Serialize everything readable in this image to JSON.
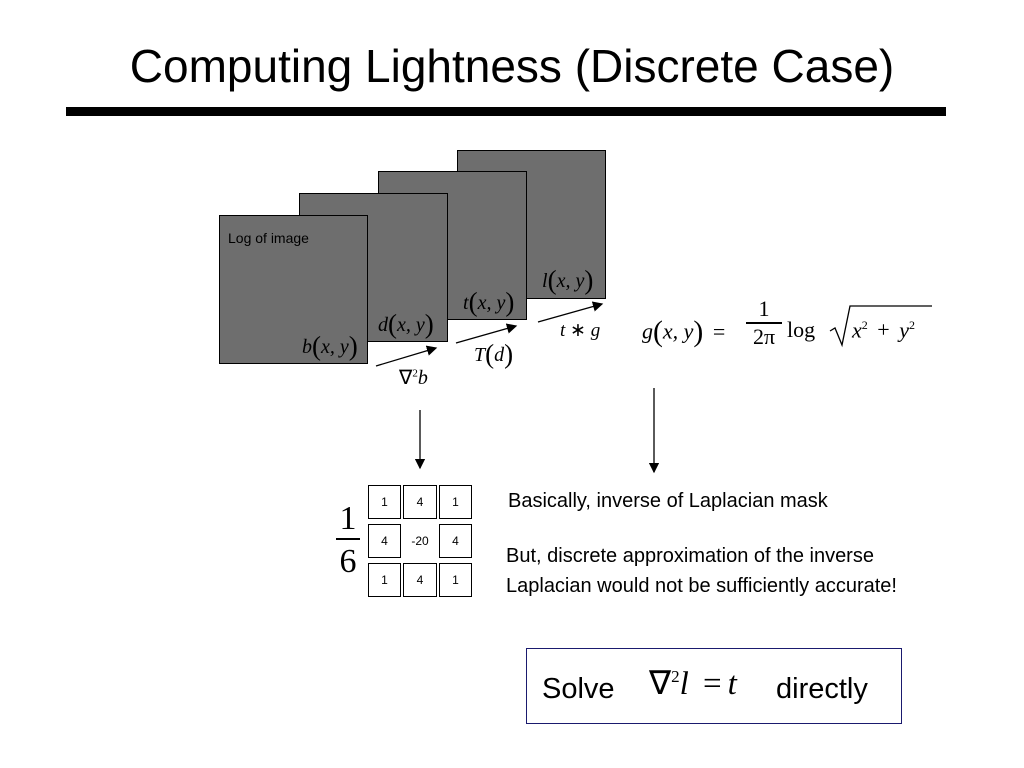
{
  "slide": {
    "title": "Computing Lightness (Discrete Case)"
  },
  "diagram": {
    "panel_caption": "Log of image",
    "labels": {
      "b": "b",
      "d": "d",
      "t": "t",
      "l": "l",
      "xy": "x, y",
      "laplacian_op": "∇",
      "laplacian_exp": "2",
      "laplacian_var": "b",
      "T": "T",
      "T_arg": "d",
      "conv_t": "t",
      "conv_op": "∗",
      "conv_g": "g"
    },
    "colors": {
      "panel_fill": "#6e6e6e"
    }
  },
  "formula": {
    "g": "g",
    "xy": "x, y",
    "equals": "=",
    "num": "1",
    "den": "2π",
    "log": "log",
    "x": "x",
    "y": "y",
    "exp": "2",
    "plus": "+"
  },
  "kernel": {
    "scale_num": "1",
    "scale_den": "6",
    "cells": [
      "1",
      "4",
      "1",
      "4",
      "-20",
      "4",
      "1",
      "4",
      "1"
    ]
  },
  "notes": {
    "line1": "Basically, inverse of Laplacian mask",
    "line2a": "But, discrete approximation of the inverse",
    "line2b": "Laplacian would not be sufficiently accurate!"
  },
  "solve": {
    "prefix": "Solve",
    "nabla": "∇",
    "exp": "2",
    "l": "l",
    "eq": "=",
    "t": "t",
    "suffix": "directly",
    "border_color": "#1a1a6e"
  }
}
